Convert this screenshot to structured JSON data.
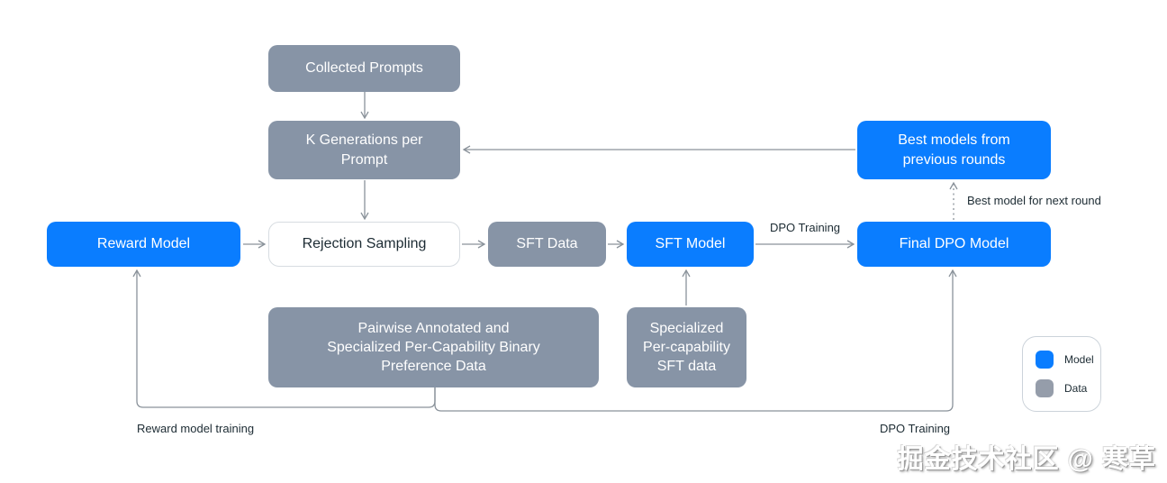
{
  "nodes": {
    "collected_prompts": {
      "label": "Collected Prompts",
      "type": "data"
    },
    "k_generations": {
      "label": "K Generations per\nPrompt",
      "type": "data"
    },
    "rejection_sampling": {
      "label": "Rejection Sampling",
      "type": "process"
    },
    "reward_model": {
      "label": "Reward Model",
      "type": "model"
    },
    "sft_data": {
      "label": "SFT Data",
      "type": "data"
    },
    "sft_model": {
      "label": "SFT Model",
      "type": "model"
    },
    "final_dpo_model": {
      "label": "Final DPO Model",
      "type": "model"
    },
    "best_models": {
      "label": "Best models from\nprevious rounds",
      "type": "model"
    },
    "pairwise_data": {
      "label": "Pairwise Annotated and\nSpecialized Per-Capability Binary\nPreference Data",
      "type": "data"
    },
    "specialized_sft": {
      "label": "Specialized\nPer-capability\nSFT data",
      "type": "data"
    }
  },
  "edge_labels": {
    "dpo_training_top": "DPO Training",
    "best_model_next_round": "Best model for next round",
    "reward_model_training": "Reward model training",
    "dpo_training_bottom": "DPO Training"
  },
  "legend": {
    "items": [
      {
        "label": "Model",
        "color": "#0a7dff"
      },
      {
        "label": "Data",
        "color": "#959daa"
      }
    ]
  },
  "colors": {
    "model": "#0a7dff",
    "data": "#8794a6",
    "process": "#ffffff",
    "line": "#8a929a"
  },
  "watermark": "掘金技术社区 @ 寒草"
}
